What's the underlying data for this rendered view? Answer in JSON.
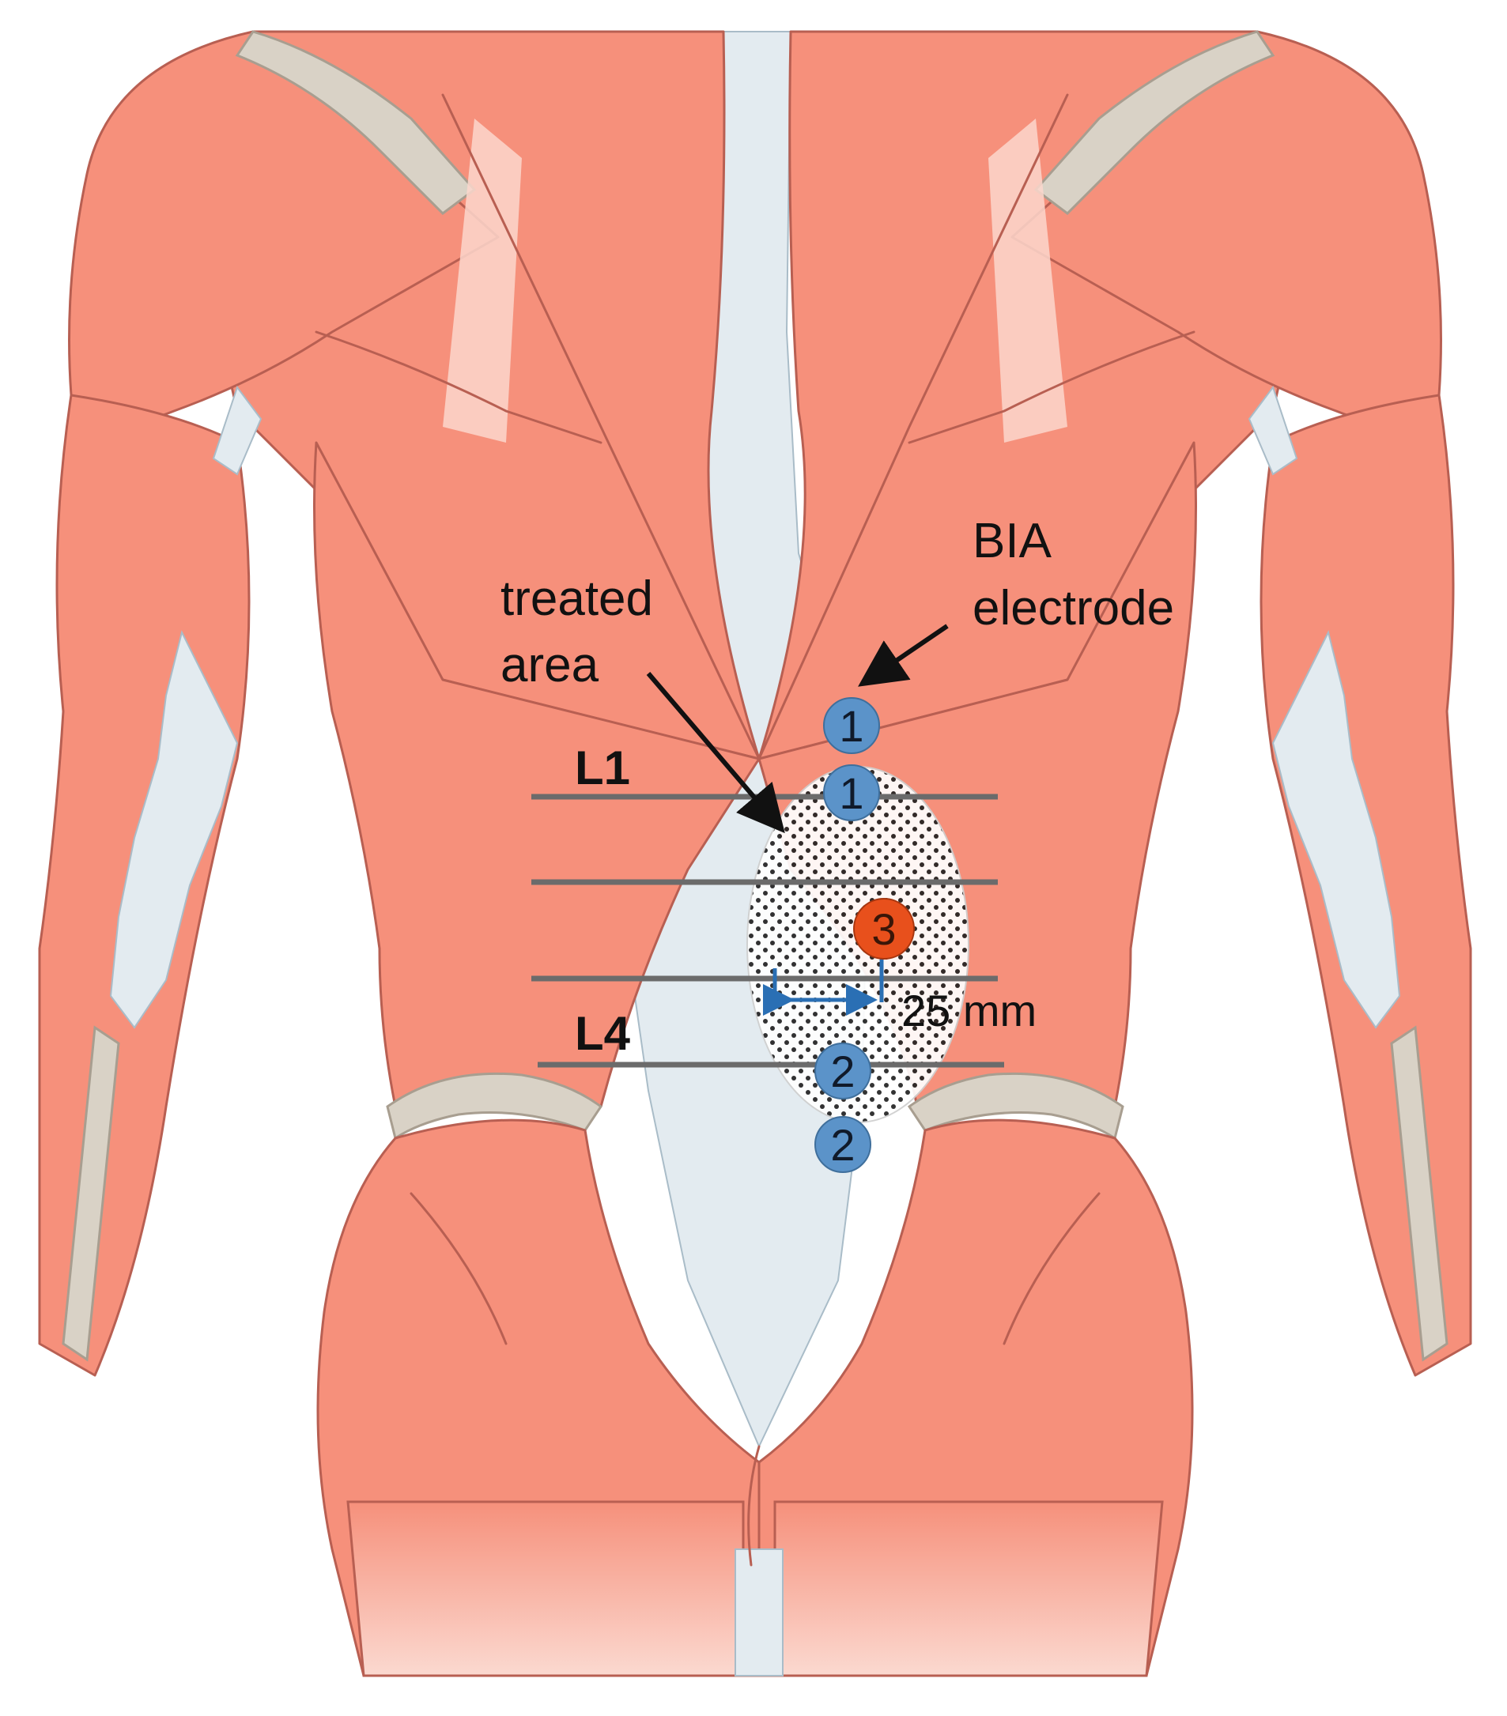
{
  "annotations": {
    "bia_label_line1": "BIA",
    "bia_label_line2": "electrode",
    "treated_label_line1": "treated",
    "treated_label_line2": "area",
    "vertebra_top": "L1",
    "vertebra_bottom": "L4",
    "distance": "25 mm"
  },
  "electrodes": {
    "upper_outer": "1",
    "upper_inner": "1",
    "lower_inner": "2",
    "lower_outer": "2",
    "center": "3"
  },
  "colors": {
    "muscle": "#f6907b",
    "fascia": "#e3ebf0",
    "bia_electrode": "#5b93c9",
    "treatment_electrode": "#e8501c",
    "measure_arrow": "#2a6fb4"
  }
}
